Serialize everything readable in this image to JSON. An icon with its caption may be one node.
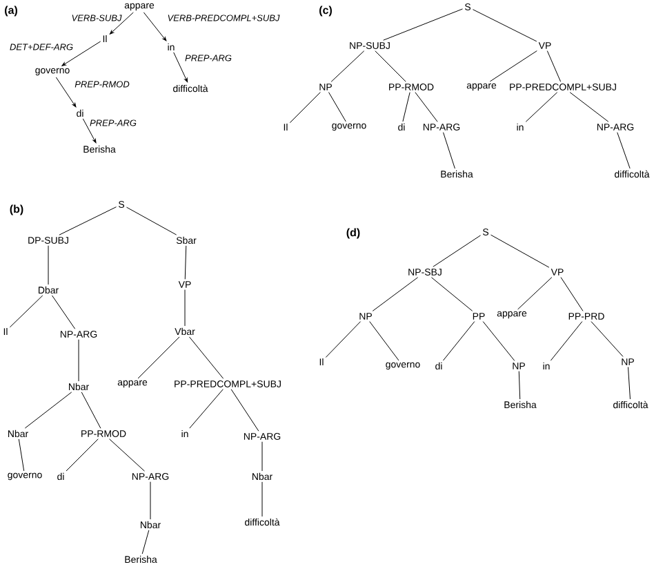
{
  "diagram": {
    "nodes": [
      {
        "text": [
          "appare"
        ]
      },
      {
        "text": [
          "Il"
        ]
      },
      {
        "text": [
          "in"
        ]
      },
      {
        "text": [
          "governo"
        ]
      },
      {
        "text": [
          "difficoltà"
        ]
      },
      {
        "text": [
          "di"
        ]
      },
      {
        "text": [
          "Berisha"
        ]
      },
      {
        "text": [
          "S"
        ]
      },
      {
        "text": [
          "NP-SUBJ"
        ]
      },
      {
        "text": [
          "VP"
        ]
      },
      {
        "text": [
          "NP"
        ]
      },
      {
        "text": [
          "PP-RMOD"
        ]
      },
      {
        "text": [
          "appare"
        ]
      },
      {
        "text": [
          "PP-PREDCOMPL+SUBJ"
        ]
      },
      {
        "text": [
          "Il"
        ]
      },
      {
        "text": [
          "governo"
        ]
      },
      {
        "text": [
          "di"
        ]
      },
      {
        "text": [
          "NP-ARG"
        ]
      },
      {
        "text": [
          "in"
        ]
      },
      {
        "text": [
          "NP-ARG"
        ]
      },
      {
        "text": [
          "Berisha"
        ]
      },
      {
        "text": [
          "difficoltà"
        ]
      },
      {
        "text": [
          "S"
        ]
      },
      {
        "text": [
          "DP-SUBJ"
        ]
      },
      {
        "text": [
          "Sbar"
        ]
      },
      {
        "text": [
          "Dbar"
        ]
      },
      {
        "text": [
          "VP"
        ]
      },
      {
        "text": [
          "Il"
        ]
      },
      {
        "text": [
          "NP-ARG"
        ]
      },
      {
        "text": [
          "Vbar"
        ]
      },
      {
        "text": [
          "Nbar"
        ]
      },
      {
        "text": [
          "appare"
        ]
      },
      {
        "text": [
          "PP-PREDCOMPL+SUBJ"
        ]
      },
      {
        "text": [
          "Nbar"
        ]
      },
      {
        "text": [
          "PP-RMOD"
        ]
      },
      {
        "text": [
          "in"
        ]
      },
      {
        "text": [
          "NP-ARG"
        ]
      },
      {
        "text": [
          "governo"
        ]
      },
      {
        "text": [
          "di"
        ]
      },
      {
        "text": [
          "NP-ARG"
        ]
      },
      {
        "text": [
          "Nbar"
        ]
      },
      {
        "text": [
          "Nbar"
        ]
      },
      {
        "text": [
          "difficoltà"
        ]
      },
      {
        "text": [
          "Berisha"
        ]
      },
      {
        "text": [
          "S"
        ]
      },
      {
        "text": [
          "NP-SBJ"
        ]
      },
      {
        "text": [
          "VP"
        ]
      },
      {
        "text": [
          "NP"
        ]
      },
      {
        "text": [
          "PP"
        ]
      },
      {
        "text": [
          "appare"
        ]
      },
      {
        "text": [
          "PP-PRD"
        ]
      },
      {
        "text": [
          "Il"
        ]
      },
      {
        "text": [
          "governo"
        ]
      },
      {
        "text": [
          "di"
        ]
      },
      {
        "text": [
          "NP"
        ]
      },
      {
        "text": [
          "in"
        ]
      },
      {
        "text": [
          "NP"
        ]
      },
      {
        "text": [
          "Berisha"
        ]
      },
      {
        "text": [
          "difficoltà"
        ]
      }
    ],
    "edges": [
      {
        "from": 0,
        "to": 1,
        "arrow": "to",
        "label": "VERB-SUBJ"
      },
      {
        "from": 0,
        "to": 2,
        "arrow": "to",
        "label": "VERB-PREDCOMPL+SUBJ"
      },
      {
        "from": 1,
        "to": 3,
        "arrow": "to",
        "label": "DET+DEF-ARG"
      },
      {
        "from": 2,
        "to": 4,
        "arrow": "to",
        "label": "PREP-ARG"
      },
      {
        "from": 3,
        "to": 5,
        "arrow": "to",
        "label": "PREP-RMOD"
      },
      {
        "from": 5,
        "to": 6,
        "arrow": "to",
        "label": "PREP-ARG"
      },
      {
        "from": 7,
        "to": 8,
        "arrow": "none"
      },
      {
        "from": 7,
        "to": 9,
        "arrow": "none"
      },
      {
        "from": 8,
        "to": 10,
        "arrow": "none"
      },
      {
        "from": 8,
        "to": 11,
        "arrow": "none"
      },
      {
        "from": 10,
        "to": 14,
        "arrow": "none"
      },
      {
        "from": 10,
        "to": 15,
        "arrow": "none"
      },
      {
        "from": 11,
        "to": 16,
        "arrow": "none"
      },
      {
        "from": 11,
        "to": 17,
        "arrow": "none"
      },
      {
        "from": 17,
        "to": 20,
        "arrow": "none"
      },
      {
        "from": 9,
        "to": 12,
        "arrow": "none"
      },
      {
        "from": 9,
        "to": 13,
        "arrow": "none"
      },
      {
        "from": 13,
        "to": 18,
        "arrow": "none"
      },
      {
        "from": 13,
        "to": 19,
        "arrow": "none"
      },
      {
        "from": 19,
        "to": 21,
        "arrow": "none"
      },
      {
        "from": 22,
        "to": 23,
        "arrow": "none"
      },
      {
        "from": 22,
        "to": 24,
        "arrow": "none"
      },
      {
        "from": 23,
        "to": 25,
        "arrow": "none"
      },
      {
        "from": 25,
        "to": 27,
        "arrow": "none"
      },
      {
        "from": 25,
        "to": 28,
        "arrow": "none"
      },
      {
        "from": 28,
        "to": 30,
        "arrow": "none"
      },
      {
        "from": 30,
        "to": 33,
        "arrow": "none"
      },
      {
        "from": 30,
        "to": 34,
        "arrow": "none"
      },
      {
        "from": 33,
        "to": 37,
        "arrow": "none"
      },
      {
        "from": 34,
        "to": 38,
        "arrow": "none"
      },
      {
        "from": 34,
        "to": 39,
        "arrow": "none"
      },
      {
        "from": 39,
        "to": 41,
        "arrow": "none"
      },
      {
        "from": 41,
        "to": 43,
        "arrow": "none"
      },
      {
        "from": 24,
        "to": 26,
        "arrow": "none"
      },
      {
        "from": 26,
        "to": 29,
        "arrow": "none"
      },
      {
        "from": 29,
        "to": 31,
        "arrow": "none"
      },
      {
        "from": 29,
        "to": 32,
        "arrow": "none"
      },
      {
        "from": 32,
        "to": 35,
        "arrow": "none"
      },
      {
        "from": 32,
        "to": 36,
        "arrow": "none"
      },
      {
        "from": 36,
        "to": 40,
        "arrow": "none"
      },
      {
        "from": 40,
        "to": 42,
        "arrow": "none"
      },
      {
        "from": 44,
        "to": 45,
        "arrow": "none"
      },
      {
        "from": 44,
        "to": 46,
        "arrow": "none"
      },
      {
        "from": 45,
        "to": 47,
        "arrow": "none"
      },
      {
        "from": 45,
        "to": 48,
        "arrow": "none"
      },
      {
        "from": 47,
        "to": 51,
        "arrow": "none"
      },
      {
        "from": 47,
        "to": 52,
        "arrow": "none"
      },
      {
        "from": 48,
        "to": 53,
        "arrow": "none"
      },
      {
        "from": 48,
        "to": 54,
        "arrow": "none"
      },
      {
        "from": 54,
        "to": 57,
        "arrow": "none"
      },
      {
        "from": 46,
        "to": 49,
        "arrow": "none"
      },
      {
        "from": 46,
        "to": 50,
        "arrow": "none"
      },
      {
        "from": 50,
        "to": 55,
        "arrow": "none"
      },
      {
        "from": 50,
        "to": 56,
        "arrow": "none"
      },
      {
        "from": 56,
        "to": 58,
        "arrow": "none"
      }
    ],
    "labels": [
      "(a)",
      "(c)",
      "(b)",
      "(d)"
    ]
  }
}
